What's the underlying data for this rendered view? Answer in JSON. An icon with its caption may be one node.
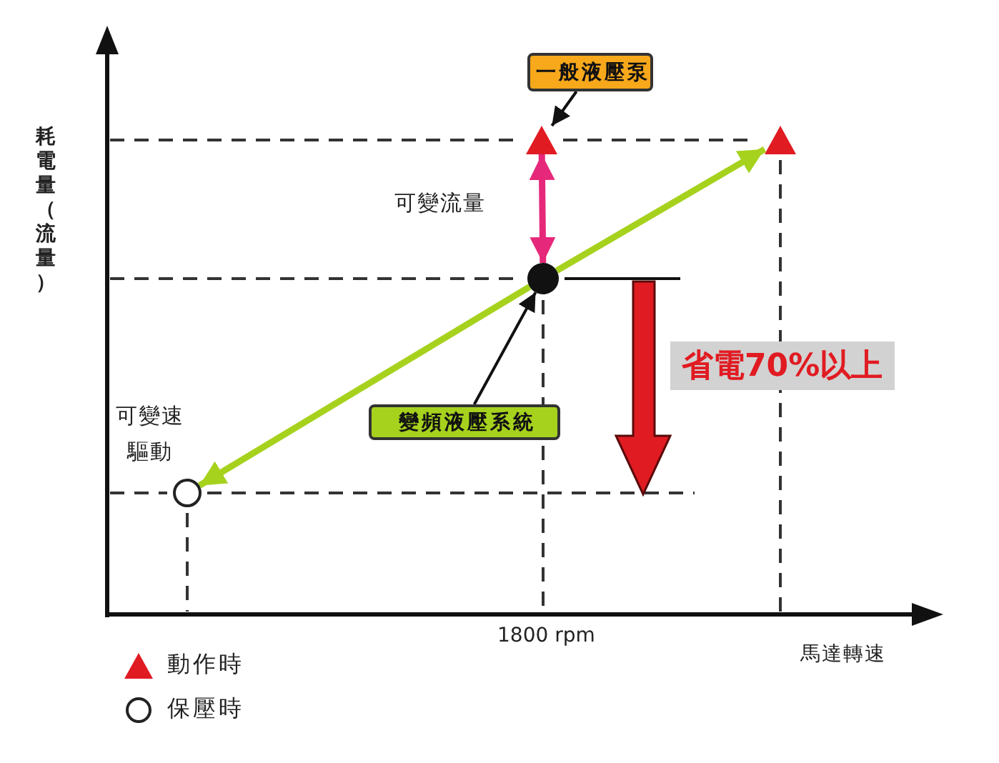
{
  "diagram": {
    "nodes": [
      {
        "text": [
          "一般液壓泵"
        ]
      },
      {
        "text": [
          "變頻液壓系統"
        ]
      },
      {
        "text": [],
        "shape": "circle"
      },
      {
        "text": [],
        "shape": "triangle"
      },
      {
        "text": [],
        "shape": "triangle"
      },
      {
        "text": [],
        "shape": "circle",
        "beside": [
          "可變速驅動"
        ]
      }
    ],
    "edges": [
      {
        "from": 0,
        "to": 3,
        "arrow": "to"
      },
      {
        "from": 3,
        "to": 2,
        "arrow": "both",
        "label": "可變流量",
        "color": "#e6287a"
      },
      {
        "from": 1,
        "to": 2,
        "arrow": "to"
      },
      {
        "from": 2,
        "to": 5,
        "arrow": "to",
        "color": "#a6d21e"
      },
      {
        "from": 2,
        "to": 4,
        "arrow": "to",
        "color": "#a6d21e"
      }
    ],
    "labels": [
      "耗電量（流量）",
      "省電70%以上",
      "1800 rpm",
      "馬達轉速"
    ],
    "legend": [
      {
        "text": "動作時"
      },
      {
        "text": "保壓時"
      }
    ]
  }
}
